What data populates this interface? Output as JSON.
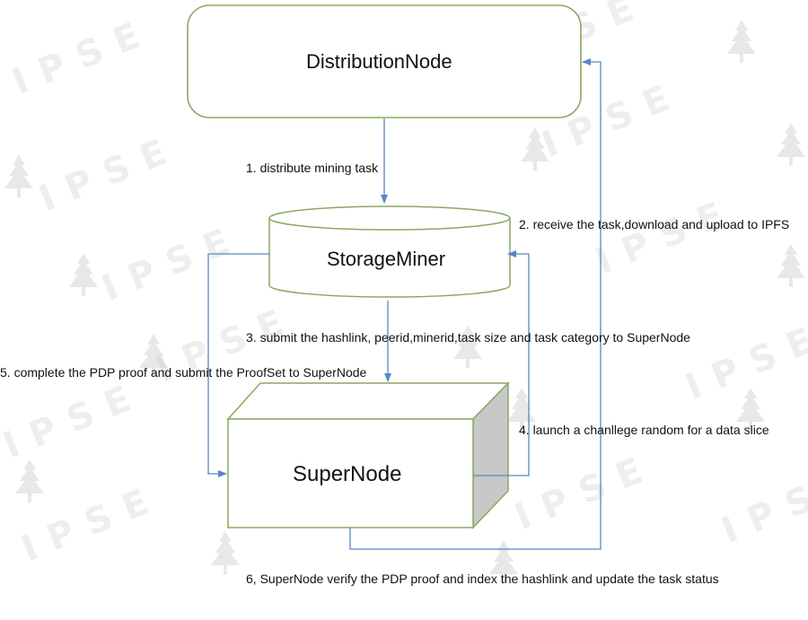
{
  "watermark": "IPSE",
  "colors": {
    "box_border": "#8aa861",
    "arrow": "#5a86c4",
    "shade": "#c8c8c8"
  },
  "nodes": {
    "distribution": "DistributionNode",
    "storage": "StorageMiner",
    "super": "SuperNode"
  },
  "steps": [
    "1. distribute mining task",
    "2. receive the task,download and upload to IPFS",
    "3. submit the hashlink, peerid,minerid,task size and task category to SuperNode",
    "4. launch a chanllege random for a data slice",
    "5. complete the PDP proof and submit the ProofSet to SuperNode",
    "6, SuperNode verify the PDP proof and index the hashlink and update the task status"
  ]
}
